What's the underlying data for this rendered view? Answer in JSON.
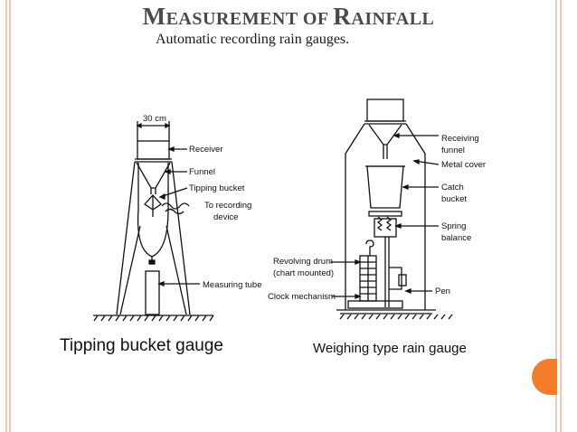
{
  "slide": {
    "title_cap1": "M",
    "title_rest1": "EASUREMENT OF ",
    "title_cap2": "R",
    "title_rest2": "AINFALL",
    "subtitle": "Automatic recording rain gauges."
  },
  "tipping_bucket": {
    "dimension": "30 cm",
    "labels": {
      "receiver": "Receiver",
      "funnel": "Funnel",
      "tipping_bucket": "Tipping bucket",
      "to_recording_1": "To recording",
      "to_recording_2": "device",
      "measuring_tube": "Measuring tube"
    },
    "caption": "Tipping bucket gauge"
  },
  "weighing": {
    "labels": {
      "receiving_funnel_1": "Receiving",
      "receiving_funnel_2": "funnel",
      "metal_cover": "Metal cover",
      "catch_bucket_1": "Catch",
      "catch_bucket_2": "bucket",
      "spring_balance_1": "Spring",
      "spring_balance_2": "balance",
      "revolving_drum_1": "Revolving drum",
      "revolving_drum_2": "(chart mounted)",
      "clock_mechanism": "Clock mechanism",
      "pen": "Pen"
    },
    "caption": "Weighing type rain gauge"
  },
  "colors": {
    "accent": "#f47c2a",
    "title": "#4a4a4a",
    "rule": "#f2c9b8"
  }
}
